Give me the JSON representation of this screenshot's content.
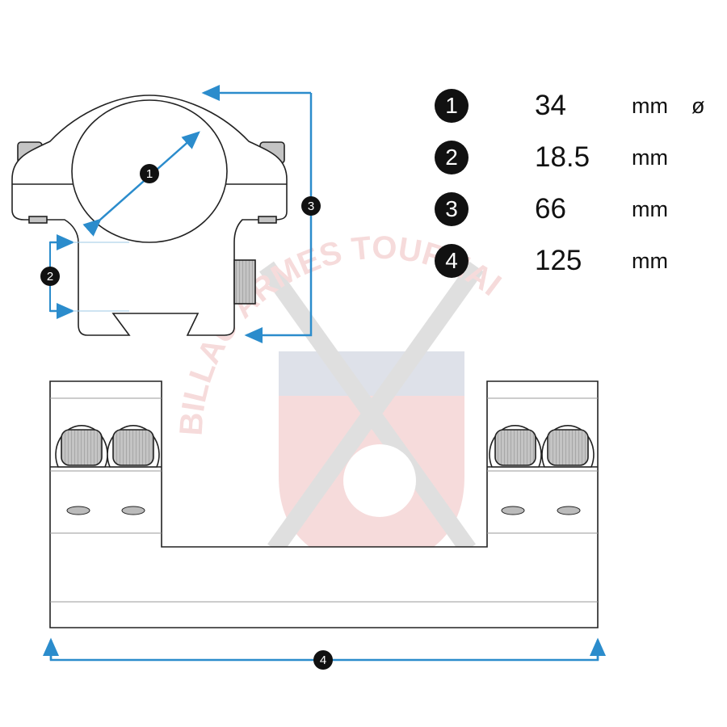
{
  "watermark": {
    "text": "BILLAU ARMES TOURNAI"
  },
  "colors": {
    "dimension": "#2b8ccc",
    "outline": "#222222",
    "knob": "#bdbdbd",
    "watermark": "#e8b4b4"
  },
  "dimensions": [
    {
      "number": "1",
      "value": "34",
      "unit": "mm",
      "symbol": "ø"
    },
    {
      "number": "2",
      "value": "18.5",
      "unit": "mm"
    },
    {
      "number": "3",
      "value": "66",
      "unit": "mm"
    },
    {
      "number": "4",
      "value": "125",
      "unit": "mm"
    }
  ]
}
